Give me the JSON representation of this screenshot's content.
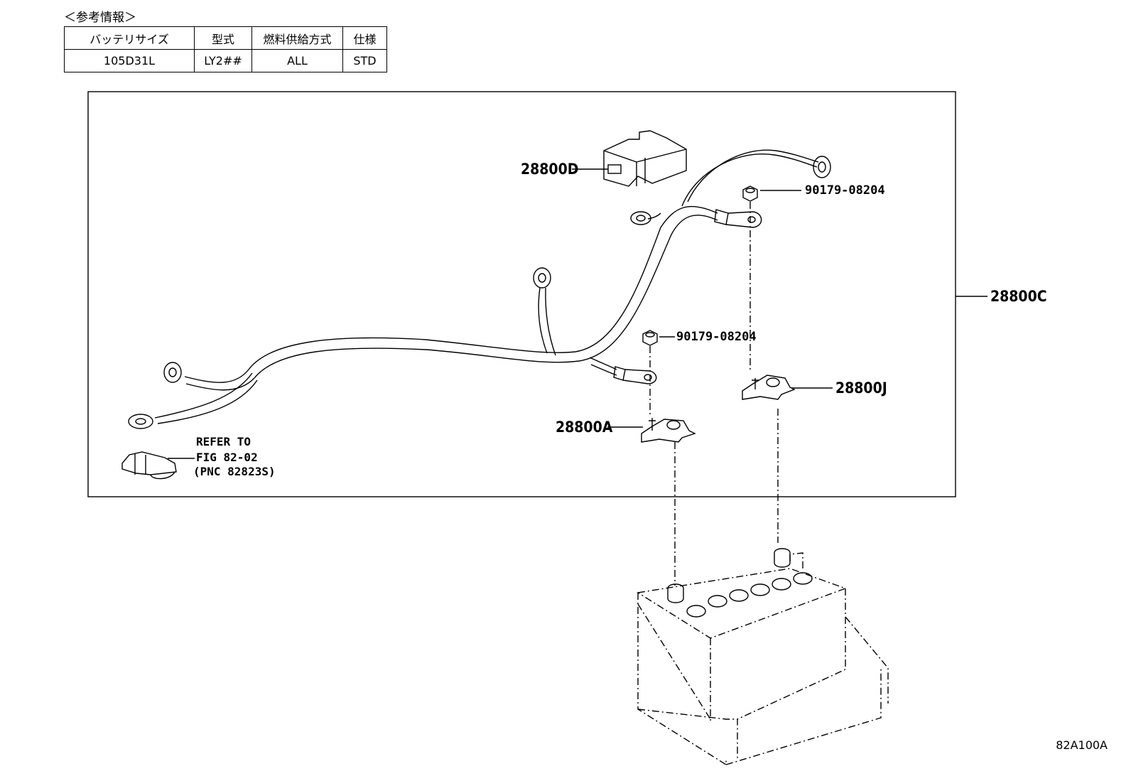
{
  "reference": {
    "title": "＜参考情報＞",
    "headers": [
      "バッテリサイズ",
      "型式",
      "燃料供給方式",
      "仕様"
    ],
    "row": [
      "105D31L",
      "LY2##",
      "ALL",
      "STD"
    ]
  },
  "callouts": {
    "harness": "28800C",
    "cover": "28800D",
    "nut_upper": "90179-08204",
    "nut_lower": "90179-08204",
    "terminal_neg": "28800A",
    "terminal_pos": "28800J",
    "refer_line1": "REFER TO",
    "refer_line2": "FIG 82-02",
    "refer_line3": "(PNC 82823S)"
  },
  "figure_id": "82A100A"
}
